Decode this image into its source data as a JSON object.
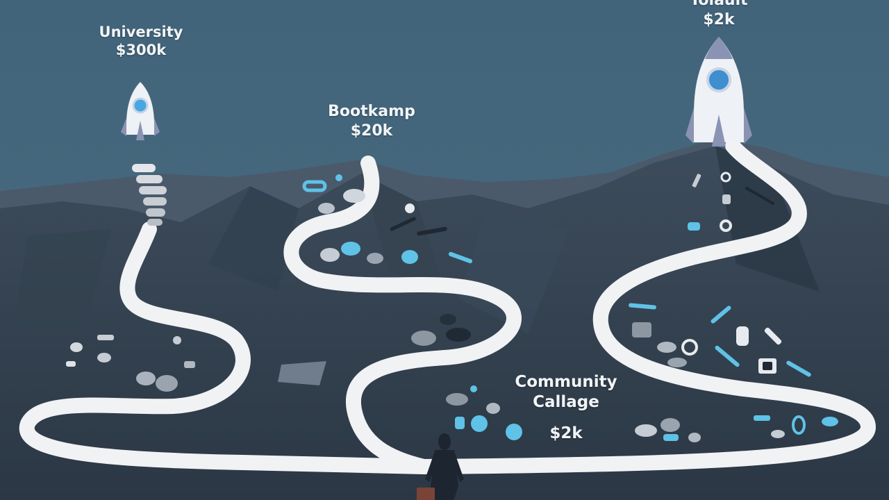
{
  "scene": {
    "colors": {
      "sky": "#3e5f73",
      "mountain_dark": "#2f3c4a",
      "mountain_mid": "#3a4959",
      "path": "#f1f2f4",
      "accent": "#5fc2e6",
      "rocket_body": "#eef1f5",
      "rocket_fin": "#8a93b3"
    }
  },
  "paths": [
    {
      "name": "University",
      "price": "$300k",
      "icon": "rocket-icon"
    },
    {
      "name": "Bootkamp",
      "price": "$20k",
      "icon": "rocket-icon"
    },
    {
      "name": "Toiault",
      "price": "$2k",
      "icon": "rocket-icon"
    },
    {
      "name_line1": "Community",
      "name_line2": "Callage",
      "price": "$2k",
      "icon": "rocket-icon"
    }
  ],
  "figure": {
    "icon": "person-with-briefcase-icon"
  }
}
